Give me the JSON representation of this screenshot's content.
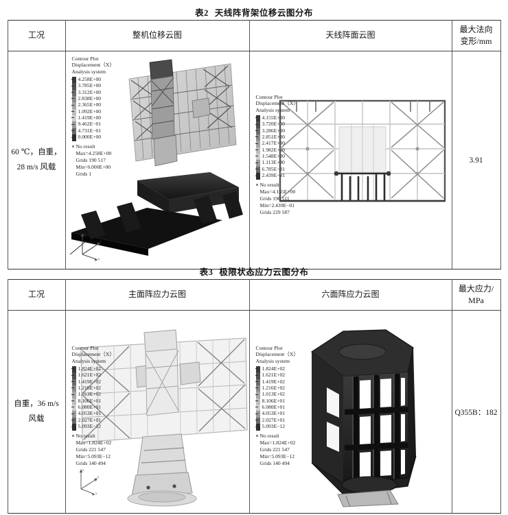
{
  "table2": {
    "caption_number": "表2",
    "caption_title": "天线阵背架位移云图分布",
    "headers": [
      "工况",
      "整机位移云图",
      "天线阵面云图",
      "最大法向变形/mm"
    ],
    "header4_line1": "最大法向",
    "header4_line2": "变形/mm",
    "row": {
      "condition_line1": "60 ℃，自重，",
      "condition_line2": "28 m/s 风载",
      "max_value": "3.91"
    },
    "legend_left": {
      "title_line1": "Contour Plot",
      "title_line2": "Displacement（X）",
      "title_line3": "Analysis system",
      "values": [
        "4.258E+00",
        "3.785E+00",
        "3.312E+00",
        "2.838E+00",
        "2.365E+00",
        "1.092E+00",
        "1.419E+00",
        "9.462E−01",
        "4.731E−01",
        "0.000E+00"
      ],
      "no_result": "No result",
      "max_label": "Max=4.258E+00",
      "max_grids": "Grids 190 517",
      "min_label": "Min=0.000E+00",
      "min_grids": "Grids 1"
    },
    "legend_right": {
      "title_line1": "Contour Plot",
      "title_line2": "Displacement（X）",
      "title_line3": "Analysis system",
      "values": [
        "4.155E+00",
        "3.720E+00",
        "3.286E+00",
        "2.851E+00",
        "2.417E+00",
        "1.982E+00",
        "1.548E+00",
        "1.113E+00",
        "6.785E−01",
        "2.439E−01"
      ],
      "no_result": "No result",
      "max_label": "Max=4.155E+00",
      "max_grids": "Grids 190 511",
      "min_label": "Min=2.439E−01",
      "min_grids": "Grids 229 587"
    }
  },
  "table3": {
    "caption_number": "表3",
    "caption_title": "极限状态应力云图分布",
    "headers": [
      "工况",
      "主面阵应力云图",
      "六面阵应力云图",
      "最大应力/MPa"
    ],
    "header4_line1": "最大应力/",
    "header4_line2": "MPa",
    "row": {
      "condition_line1": "自重，36 m/s",
      "condition_line2": "风载",
      "max_value": "Q355B：182"
    },
    "legend_left": {
      "title_line1": "Contour Plot",
      "title_line2": "Displacement（X）",
      "title_line3": "Analysis system",
      "values": [
        "1.824E+02",
        "1.621E+02",
        "1.419E+02",
        "1.216E+02",
        "1.013E+02",
        "8.106E+01",
        "6.080E+01",
        "4.053E+01",
        "2.027E+01",
        "5.093E−12"
      ],
      "no_result": "No result",
      "max_label": "Max=1.824E+02",
      "max_grids": "Grids 221 547",
      "min_label": "Min=5.093E−12",
      "min_grids": "Grids 140 494"
    },
    "legend_right": {
      "title_line1": "Contour Plot",
      "title_line2": "Displacement（X）",
      "title_line3": "Analysis system",
      "values": [
        "1.824E+02",
        "1.621E+02",
        "1.419E+02",
        "1.216E+02",
        "1.013E+02",
        "8.106E+01",
        "6.080E+01",
        "4.053E+01",
        "2.027E+01",
        "5.093E−12"
      ],
      "no_result": "No result",
      "max_label": "Max=1.824E+02",
      "max_grids": "Grids 221 547",
      "min_label": "Min=5.093E−12",
      "min_grids": "Grids 140 494"
    }
  },
  "legend_colors": [
    "#3a3a3a",
    "#4f4f4f",
    "#6b6b6b",
    "#8a8a8a",
    "#a5a5a5",
    "#bdbdbd",
    "#cfcfcf",
    "#9b9b9b",
    "#6a6a6a",
    "#2e2e2e"
  ],
  "axis_labels": {
    "x": "x",
    "y": "y",
    "z": "z"
  }
}
